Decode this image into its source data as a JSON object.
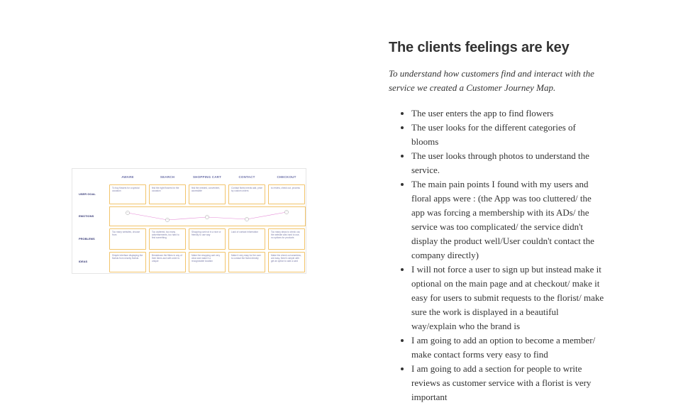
{
  "heading": "The clients feelings are key",
  "intro": "To understand how customers find and interact with the service we created a Customer Journey Map.",
  "bullets": [
    "The user enters the app to find flowers",
    "The user looks for the different categories of blooms",
    "The user looks through photos to understand the service.",
    "The main pain points I found with my users and floral apps were : (the App was too cluttered/ the app was forcing a membership with its ADs/ the service was too complicated/ the service didn't display the product well/User couldn't contact the company directly)",
    "I will not force a user to sign up but instead make it optional on the main page and at checkout/ make it easy for users to submit requests to the florist/ make sure the work is displayed in a beautiful way/explain who the brand is",
    "I am going to add an option to become a member/ make contact forms very easy to find",
    "I am going to add a section for people to write reviews as customer service with a florist is very important"
  ],
  "journey_map": {
    "stages": [
      "AWARE",
      "SEARCH",
      "SHOPPING CART",
      "CONTACT",
      "CHECKOUT"
    ],
    "rows": [
      "USER GOAL",
      "EMOTIONS",
      "PROBLEMS",
      "IDEAS"
    ],
    "goals": [
      "To buy flowers for a special occasion",
      "find the right flowers for the occasion",
      "find the needed, convenient, accessible",
      "Contact florist needs add, price by custom orders",
      "to review, check out, process"
    ],
    "problems": [
      "Too many websites, choose from",
      "Too cluttered, too many advertisements, too hard to find something",
      "Shopping cart not in a nice or friendly to use way",
      "Lack of contact information",
      "Too many steps to check out, the website was hard to use, no options for products"
    ],
    "ideas": [
      "Simple interface displaying the florists from nearby florists",
      "Breakdown the filters in any of their items and with order is unique",
      "Make the shopping cart very clear and make it a recognizable location",
      "Make it very easy for the user to contact the florist directly",
      "Make the check out seamless, are easy, there's simple with get an option to add a card"
    ],
    "emotion_levels": [
      0.75,
      0.25,
      0.45,
      0.3,
      0.8
    ],
    "accent_color": "#f2c46b",
    "line_color": "#e58ad6"
  }
}
